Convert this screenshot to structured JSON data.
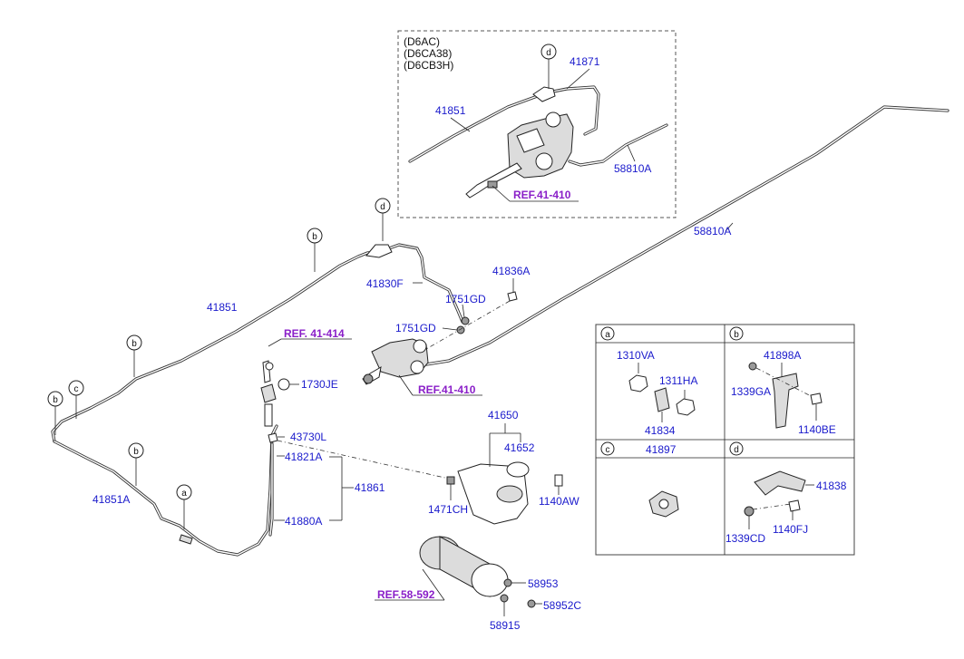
{
  "engine_variants": [
    "(D6AC)",
    "(D6CA38)",
    "(D6CB3H)"
  ],
  "part_numbers": {
    "p41871": "41871",
    "p41851_top": "41851",
    "p58810A_top": "58810A",
    "p58810A": "58810A",
    "p41830F": "41830F",
    "p41836A": "41836A",
    "p1751GD_a": "1751GD",
    "p1751GD_b": "1751GD",
    "p41851": "41851",
    "p1730JE": "1730JE",
    "p43730L": "43730L",
    "p41821A": "41821A",
    "p41861": "41861",
    "p41880A": "41880A",
    "p41851A": "41851A",
    "p41650": "41650",
    "p41652": "41652",
    "p1471CH": "1471CH",
    "p1140AW": "1140AW",
    "p58953": "58953",
    "p58952C": "58952C",
    "p58915": "58915"
  },
  "references": {
    "ref_top": "REF.41-410",
    "ref_414": "REF. 41-414",
    "ref_mid": "REF.41-410",
    "ref_58": "REF.58-592"
  },
  "callouts": {
    "a": "a",
    "b": "b",
    "c": "c",
    "d": "d"
  },
  "detail_table": {
    "cell_a": {
      "header": "a",
      "parts": [
        "1310VA",
        "1311HA",
        "41834"
      ]
    },
    "cell_b": {
      "header": "b",
      "parts": [
        "41898A",
        "1339GA",
        "1140BE"
      ]
    },
    "cell_c": {
      "header": "c",
      "parts": [
        "41897"
      ]
    },
    "cell_d": {
      "header": "d",
      "parts": [
        "41838",
        "1140FJ",
        "1339CD"
      ]
    }
  }
}
